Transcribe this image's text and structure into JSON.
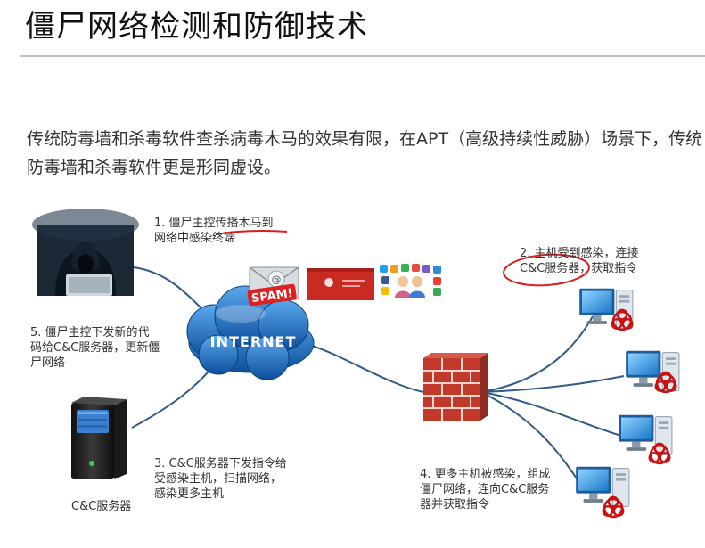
{
  "title": "僵尸网络检测和防御技术",
  "intro": "传统防毒墙和杀毒软件查杀病毒木马的效果有限，在APT（高级持续性威胁）场景下，传统防毒墙和杀毒软件更是形同虚设。",
  "diagram": {
    "internet_label": "INTERNET",
    "spam_label": "SPAM!",
    "step1": "1. 僵尸主控传播木马到\n网络中感染终端",
    "step2": "2. 主机受到感染，连接\nC&C服务器，获取指令",
    "step3": "3. C&C服务器下发指令给\n受感染主机，扫描网络，\n感染更多主机",
    "step4": "4. 更多主机被感染，组成\n僵尸网络，连向C&C服务\n器并获取指令",
    "step5": "5. 僵尸主控下发新的代\n码给C&C服务器，更新僵\n尸网络",
    "server_label": "C&C服务器"
  },
  "colors": {
    "link_line": "#2f5b86",
    "cloud": "#1f6fc0",
    "firewall": "#c0392b",
    "biohazard": "#cc1111",
    "annotation_circle": "#d62020"
  }
}
